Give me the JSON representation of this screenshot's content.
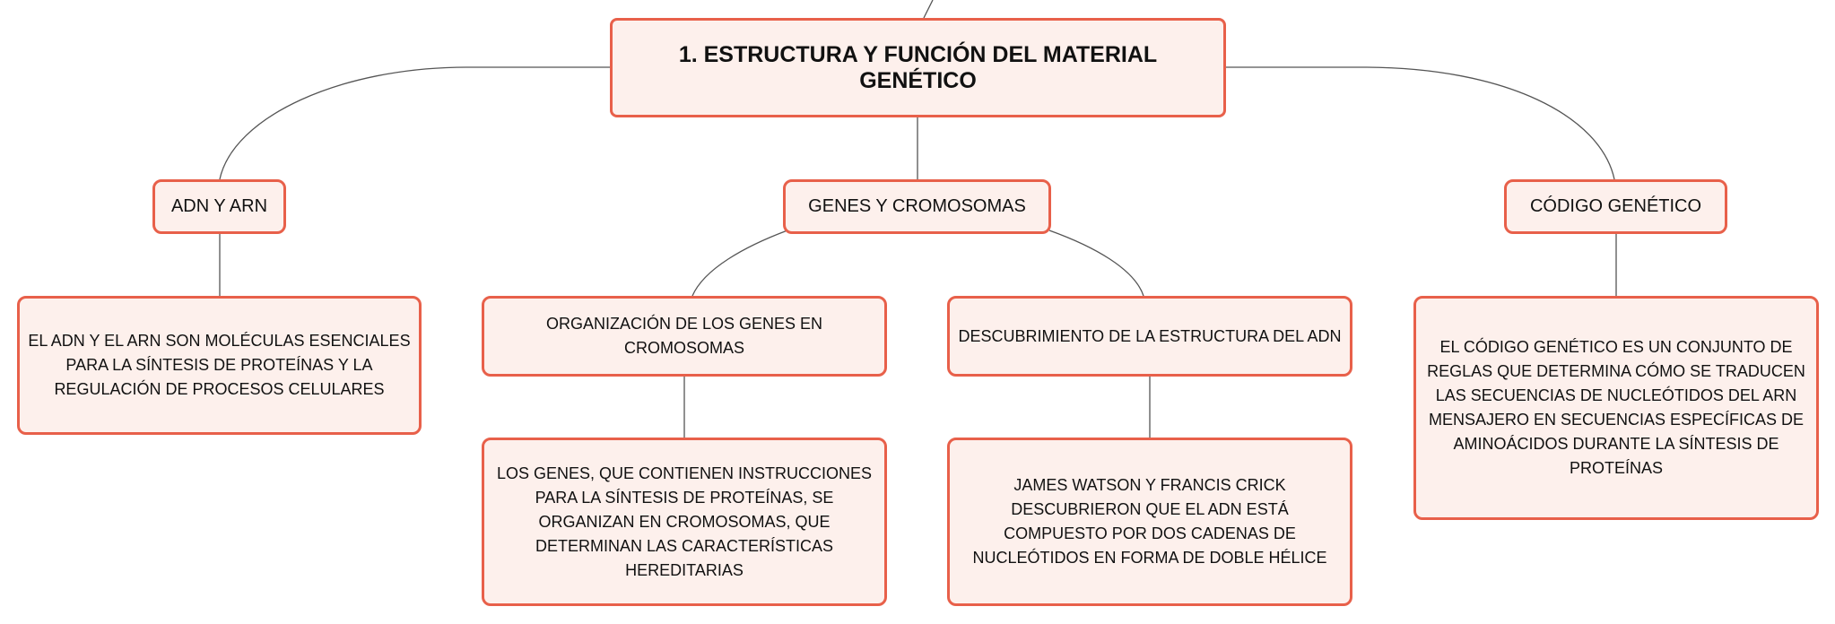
{
  "colors": {
    "node_border": "#e8604a",
    "node_fill": "#fdf0ec",
    "connector": "#555555",
    "text": "#111111"
  },
  "root": {
    "label": "1. ESTRUCTURA Y FUNCIÓN DEL MATERIAL GENÉTICO"
  },
  "topics": [
    {
      "label": "ADN Y ARN"
    },
    {
      "label": "GENES Y CROMOSOMAS"
    },
    {
      "label": "CÓDIGO GENÉTICO"
    }
  ],
  "details": [
    {
      "label": "EL ADN Y EL ARN SON MOLÉCULAS ESENCIALES PARA LA SÍNTESIS DE PROTEÍNAS Y LA REGULACIÓN DE PROCESOS CELULARES"
    },
    {
      "label": "ORGANIZACIÓN DE LOS GENES EN CROMOSOMAS"
    },
    {
      "label": "DESCUBRIMIENTO DE LA ESTRUCTURA DEL ADN"
    },
    {
      "label": "EL CÓDIGO GENÉTICO ES UN CONJUNTO DE REGLAS QUE DETERMINA CÓMO SE TRADUCEN LAS SECUENCIAS DE NUCLEÓTIDOS DEL ARN MENSAJERO EN SECUENCIAS ESPECÍFICAS DE AMINOÁCIDOS DURANTE LA SÍNTESIS DE PROTEÍNAS"
    },
    {
      "label": "LOS GENES, QUE CONTIENEN INSTRUCCIONES PARA LA SÍNTESIS DE PROTEÍNAS, SE ORGANIZAN EN CROMOSOMAS, QUE DETERMINAN LAS CARACTERÍSTICAS HEREDITARIAS"
    },
    {
      "label": "JAMES WATSON Y FRANCIS CRICK DESCUBRIERON QUE EL ADN ESTÁ COMPUESTO POR DOS CADENAS DE NUCLEÓTIDOS EN FORMA DE DOBLE HÉLICE"
    }
  ]
}
